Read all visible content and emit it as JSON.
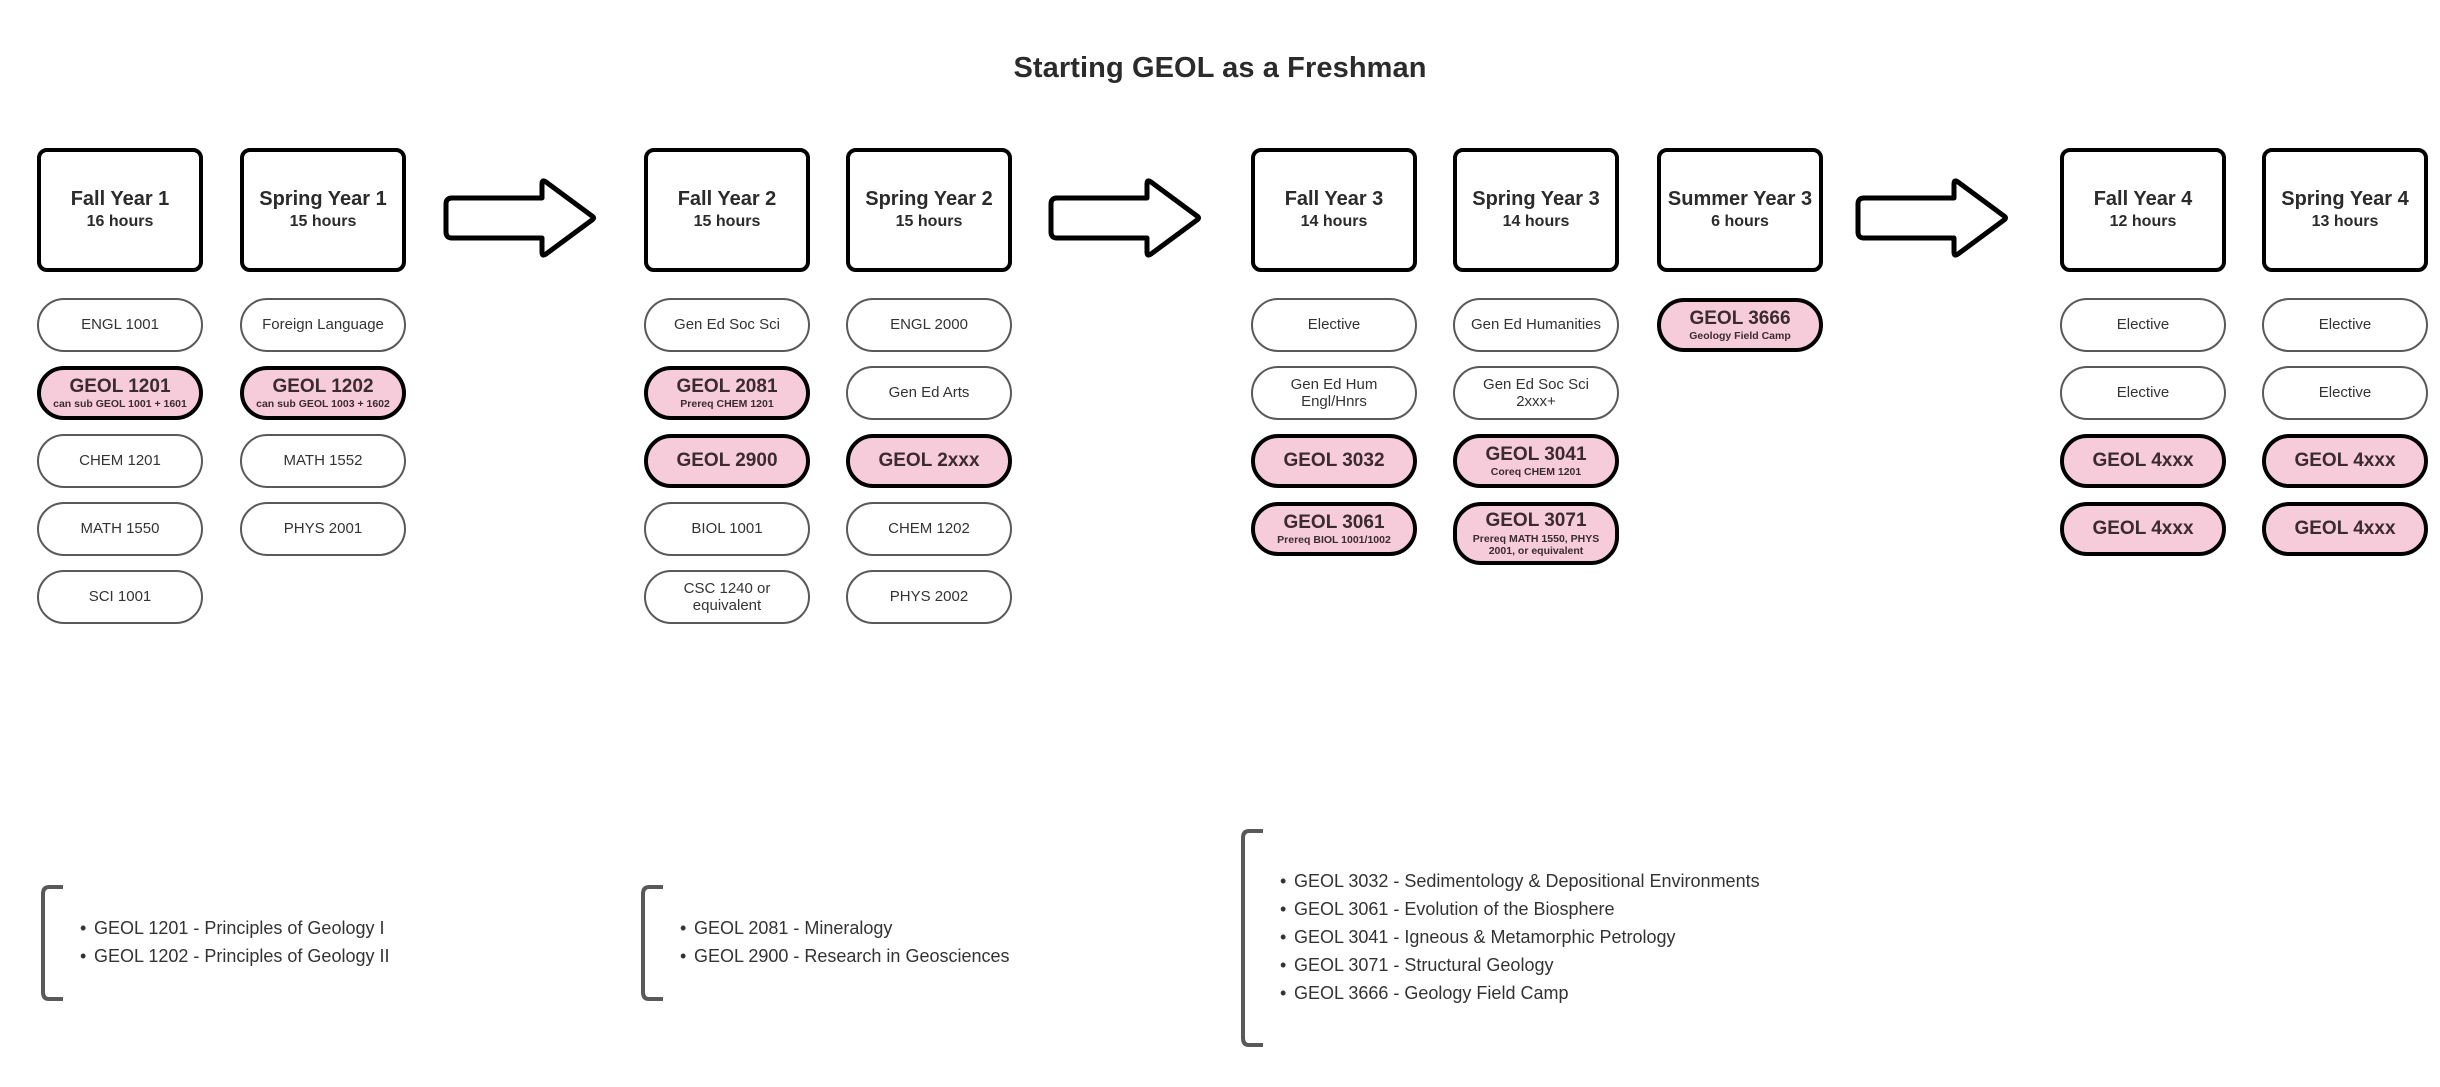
{
  "title": "Starting GEOL as a Freshman",
  "colors": {
    "geol_fill": "#f6ccdb",
    "geol_border": "#000000",
    "pill_border": "#595959",
    "text": "#333333",
    "header_border": "#000000"
  },
  "terms": [
    {
      "id": "fall-year-1",
      "name": "Fall Year 1",
      "hours": "16 hours",
      "courses": [
        {
          "code": "ENGL 1001",
          "note": "",
          "geol": false
        },
        {
          "code": "GEOL 1201",
          "note": "can sub GEOL 1001 + 1601",
          "geol": true
        },
        {
          "code": "CHEM 1201",
          "note": "",
          "geol": false
        },
        {
          "code": "MATH 1550",
          "note": "",
          "geol": false
        },
        {
          "code": "SCI 1001",
          "note": "",
          "geol": false
        }
      ]
    },
    {
      "id": "spring-year-1",
      "name": "Spring Year 1",
      "hours": "15 hours",
      "courses": [
        {
          "code": "Foreign Language",
          "note": "",
          "geol": false
        },
        {
          "code": "GEOL 1202",
          "note": "can sub GEOL 1003 + 1602",
          "geol": true
        },
        {
          "code": "MATH 1552",
          "note": "",
          "geol": false
        },
        {
          "code": "PHYS 2001",
          "note": "",
          "geol": false
        }
      ]
    },
    {
      "id": "fall-year-2",
      "name": "Fall Year 2",
      "hours": "15 hours",
      "courses": [
        {
          "code": "Gen Ed Soc Sci",
          "note": "",
          "geol": false
        },
        {
          "code": "GEOL 2081",
          "note": "Prereq CHEM 1201",
          "geol": true
        },
        {
          "code": "GEOL 2900",
          "note": "",
          "geol": true
        },
        {
          "code": "BIOL 1001",
          "note": "",
          "geol": false
        },
        {
          "code": "CSC 1240 or equivalent",
          "note": "",
          "geol": false
        }
      ]
    },
    {
      "id": "spring-year-2",
      "name": "Spring Year 2",
      "hours": "15 hours",
      "courses": [
        {
          "code": "ENGL 2000",
          "note": "",
          "geol": false
        },
        {
          "code": "Gen Ed Arts",
          "note": "",
          "geol": false
        },
        {
          "code": "GEOL 2xxx",
          "note": "",
          "geol": true
        },
        {
          "code": "CHEM 1202",
          "note": "",
          "geol": false
        },
        {
          "code": "PHYS 2002",
          "note": "",
          "geol": false
        }
      ]
    },
    {
      "id": "fall-year-3",
      "name": "Fall Year 3",
      "hours": "14 hours",
      "courses": [
        {
          "code": "Elective",
          "note": "",
          "geol": false
        },
        {
          "code": "Gen Ed Hum Engl/Hnrs",
          "note": "",
          "geol": false
        },
        {
          "code": "GEOL 3032",
          "note": "",
          "geol": true
        },
        {
          "code": "GEOL 3061",
          "note": "Prereq BIOL 1001/1002",
          "geol": true
        }
      ]
    },
    {
      "id": "spring-year-3",
      "name": "Spring Year 3",
      "hours": "14 hours",
      "courses": [
        {
          "code": "Gen Ed Humanities",
          "note": "",
          "geol": false
        },
        {
          "code": "Gen Ed Soc Sci 2xxx+",
          "note": "",
          "geol": false
        },
        {
          "code": "GEOL 3041",
          "note": "Coreq CHEM 1201",
          "geol": true
        },
        {
          "code": "GEOL 3071",
          "note": "Prereq MATH 1550, PHYS 2001, or equivalent",
          "geol": true
        }
      ]
    },
    {
      "id": "summer-year-3",
      "name": "Summer Year 3",
      "hours": "6 hours",
      "courses": [
        {
          "code": "GEOL 3666",
          "note": "Geology Field Camp",
          "geol": true
        }
      ]
    },
    {
      "id": "fall-year-4",
      "name": "Fall Year 4",
      "hours": "12 hours",
      "courses": [
        {
          "code": "Elective",
          "note": "",
          "geol": false
        },
        {
          "code": "Elective",
          "note": "",
          "geol": false
        },
        {
          "code": "GEOL 4xxx",
          "note": "",
          "geol": true
        },
        {
          "code": "GEOL 4xxx",
          "note": "",
          "geol": true
        }
      ]
    },
    {
      "id": "spring-year-4",
      "name": "Spring Year 4",
      "hours": "13 hours",
      "courses": [
        {
          "code": "Elective",
          "note": "",
          "geol": false
        },
        {
          "code": "Elective",
          "note": "",
          "geol": false
        },
        {
          "code": "GEOL 4xxx",
          "note": "",
          "geol": true
        },
        {
          "code": "GEOL 4xxx",
          "note": "",
          "geol": true
        }
      ]
    }
  ],
  "arrows": [
    {
      "id": "arrow-year1-to-year2"
    },
    {
      "id": "arrow-year2-to-year3"
    },
    {
      "id": "arrow-year3-to-year4"
    }
  ],
  "legends": [
    {
      "id": "legend-1000-level",
      "items": [
        "GEOL 1201 - Principles of Geology I",
        "GEOL 1202 - Principles of Geology II"
      ]
    },
    {
      "id": "legend-2000-level",
      "items": [
        "GEOL 2081 - Mineralogy",
        "GEOL 2900 - Research in Geosciences"
      ]
    },
    {
      "id": "legend-3000-level",
      "items": [
        "GEOL 3032 - Sedimentology & Depositional Environments",
        "GEOL 3061 - Evolution of the Biosphere",
        "GEOL 3041 - Igneous & Metamorphic Petrology",
        "GEOL 3071 - Structural Geology",
        "GEOL 3666 - Geology Field Camp"
      ]
    }
  ]
}
